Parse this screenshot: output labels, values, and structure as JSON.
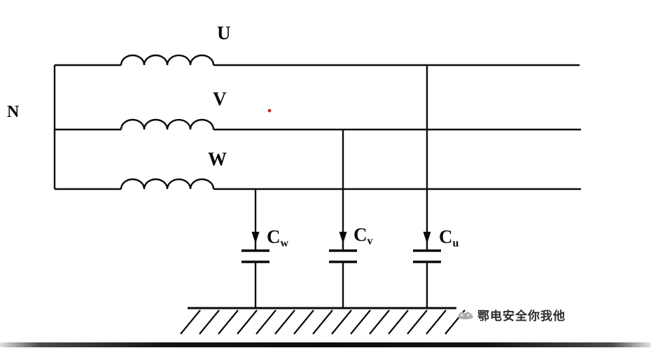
{
  "diagram": {
    "neutral_label": "N",
    "phases": [
      {
        "label": "U"
      },
      {
        "label": "V"
      },
      {
        "label": "W"
      }
    ],
    "capacitors": [
      {
        "symbol": "C",
        "subscript": "w"
      },
      {
        "symbol": "C",
        "subscript": "v"
      },
      {
        "symbol": "C",
        "subscript": "u"
      }
    ],
    "watermark": {
      "icon": "hands-logo-icon",
      "text": "鄂电安全你我他"
    },
    "colors": {
      "line": "#0a0a0a",
      "red_dot": "#c03030",
      "watermark_text": "#2b2b2b"
    }
  }
}
